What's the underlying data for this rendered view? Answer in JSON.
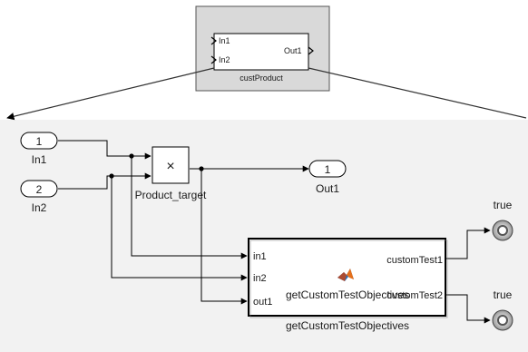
{
  "callout": {
    "in1": "In1",
    "in2": "In2",
    "out1": "Out1",
    "name": "custProduct"
  },
  "ports": {
    "in1_number": "1",
    "in1_name": "In1",
    "in2_number": "2",
    "in2_name": "In2",
    "out1_number": "1",
    "out1_name": "Out1"
  },
  "product": {
    "symbol": "×",
    "name": "Product_target"
  },
  "objectives": {
    "in1": "in1",
    "in2": "in2",
    "out1": "out1",
    "custom_test1": "customTest1",
    "custom_test2": "customTest2",
    "inner_label": "getCustomTestObjectives",
    "name": "getCustomTestObjectives",
    "icon": "matlab-logo-icon"
  },
  "terminators": {
    "top_value": "true",
    "bottom_value": "true"
  },
  "colors": {
    "background_panel": "#f2f2f2",
    "block_border": "#000000",
    "callout_box": "#d9d9d9",
    "matlab_orange": "#e5701c",
    "matlab_blue": "#2a6fb8"
  }
}
